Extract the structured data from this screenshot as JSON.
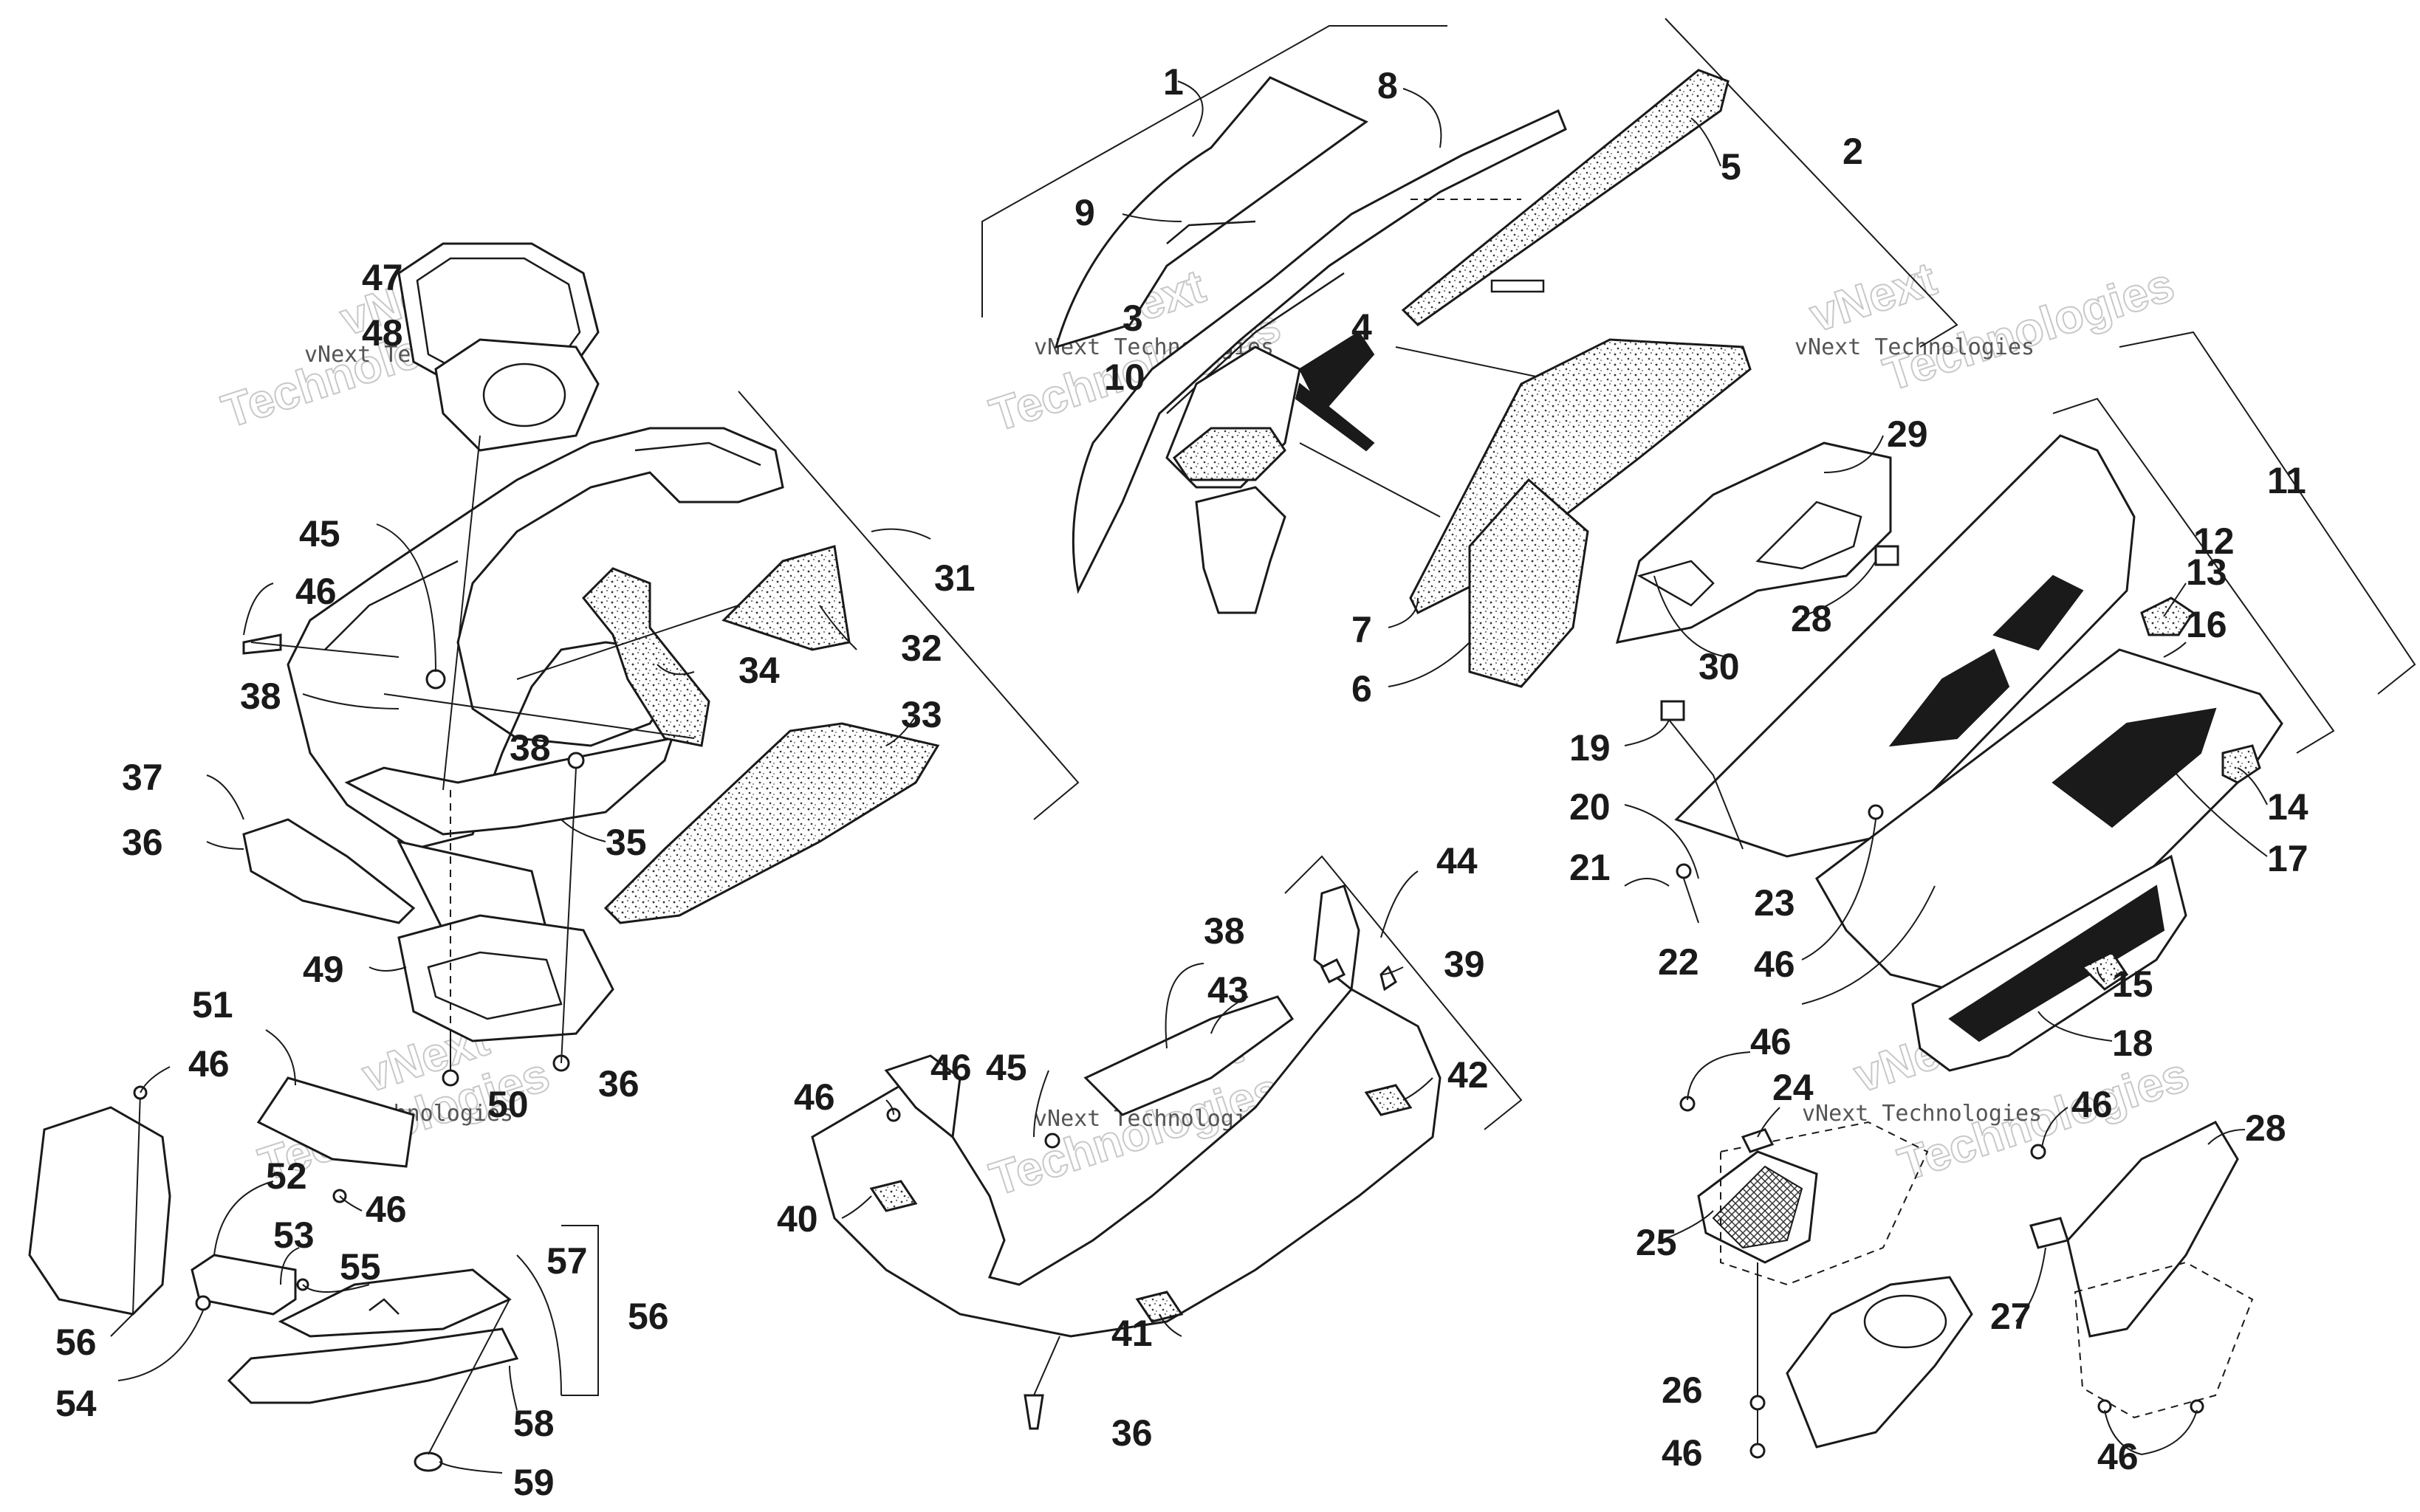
{
  "callouts": {
    "c1": "1",
    "c2": "2",
    "c3": "3",
    "c4": "4",
    "c5": "5",
    "c6": "6",
    "c7": "7",
    "c8": "8",
    "c9": "9",
    "c10": "10",
    "c11": "11",
    "c12": "12",
    "c13": "13",
    "c14": "14",
    "c15": "15",
    "c16": "16",
    "c17": "17",
    "c18": "18",
    "c19": "19",
    "c20": "20",
    "c21": "21",
    "c22": "22",
    "c23": "23",
    "c24": "24",
    "c25": "25",
    "c26": "26",
    "c27": "27",
    "c28a": "28",
    "c28b": "28",
    "c29": "29",
    "c30": "30",
    "c31": "31",
    "c32": "32",
    "c33": "33",
    "c34": "34",
    "c35": "35",
    "c36a": "36",
    "c36b": "36",
    "c36c": "36",
    "c37": "37",
    "c38a": "38",
    "c38b": "38",
    "c38c": "38",
    "c39": "39",
    "c40": "40",
    "c41": "41",
    "c42": "42",
    "c43": "43",
    "c44": "44",
    "c45a": "45",
    "c45b": "45",
    "c46a": "46",
    "c46b": "46",
    "c46c": "46",
    "c46d": "46",
    "c46e": "46",
    "c46f": "46",
    "c46g": "46",
    "c46h": "46",
    "c46i": "46",
    "c46j": "46",
    "c47": "47",
    "c48": "48",
    "c49": "49",
    "c50": "50",
    "c51": "51",
    "c52": "52",
    "c53": "53",
    "c54": "54",
    "c55": "55",
    "c56a": "56",
    "c56b": "56",
    "c57": "57",
    "c58": "58",
    "c59": "59"
  },
  "watermarks": {
    "brand": "vNext Technologies",
    "brand_line1": "vNext",
    "brand_line2": "Technologies"
  }
}
